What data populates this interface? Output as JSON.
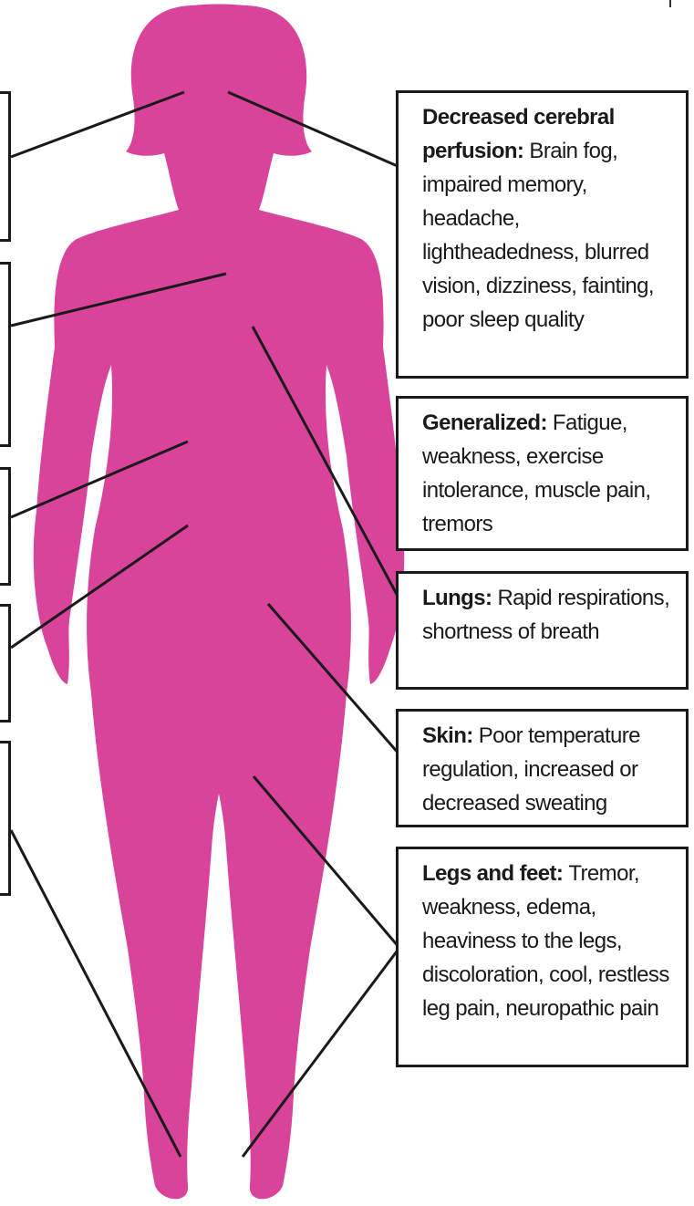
{
  "colors": {
    "figure": "#d9439a",
    "line": "#1a1a1a",
    "box_border": "#1a1a1a"
  },
  "boxes": [
    {
      "key": "cerebral",
      "heading": "Decreased cerebral perfusion:",
      "text": "Brain fog, impaired memory, headache, lightheadedness, blurred vision, dizziness, fainting, poor sleep quality"
    },
    {
      "key": "generalized",
      "heading": "Generalized:",
      "text": "Fatigue, weakness, exercise intolerance, muscle pain, tremors"
    },
    {
      "key": "lungs",
      "heading": "Lungs:",
      "text": "Rapid respirations, shortness of breath"
    },
    {
      "key": "skin",
      "heading": "Skin:",
      "text": "Poor temperature regulation, increased or decreased sweating"
    },
    {
      "key": "legs",
      "heading": "Legs and feet:",
      "text": "Tremor, weakness, edema, heaviness to the legs, discoloration, cool, restless leg pain, neuropathic pain"
    }
  ]
}
